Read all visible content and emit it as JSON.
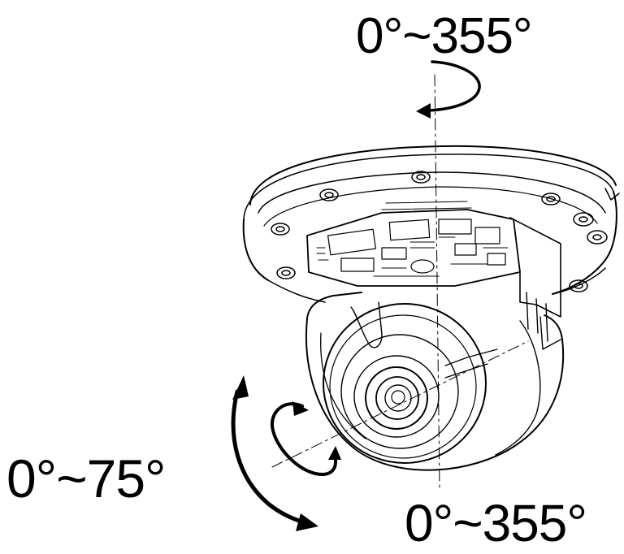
{
  "labels": {
    "pan_range": "0°~355°",
    "tilt_range": "0°~75°",
    "rotation_range": "0°~355°"
  },
  "colors": {
    "ink": "#000000",
    "background": "#ffffff"
  }
}
